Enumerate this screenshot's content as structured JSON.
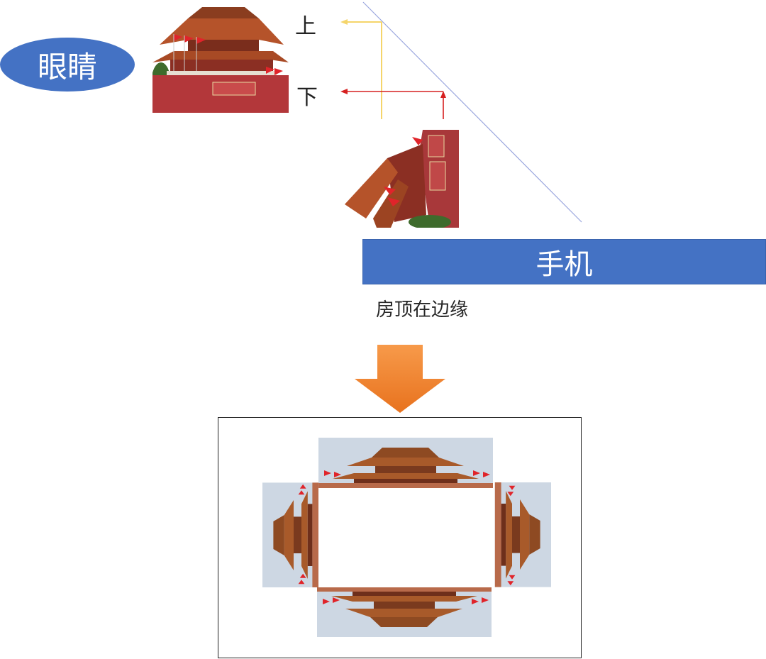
{
  "labels": {
    "eyes": "眼睛",
    "up": "上",
    "down": "下",
    "phone": "手机",
    "caption": "房顶在边缘"
  },
  "colors": {
    "ellipse": "#4472c4",
    "phone_bar": "#4472c4",
    "ray_up": "#f5d56b",
    "ray_down": "#d62020",
    "sight_line": "#9aa6de",
    "arrow_light": "#f79a4a",
    "arrow_dark": "#e8721e"
  },
  "icons": {
    "photo_upright": "gate-tower-photo",
    "photo_reflection": "gate-tower-reflected-photo",
    "big_arrow": "down-arrow-icon",
    "gate_icons": "gate-tower-icon"
  }
}
